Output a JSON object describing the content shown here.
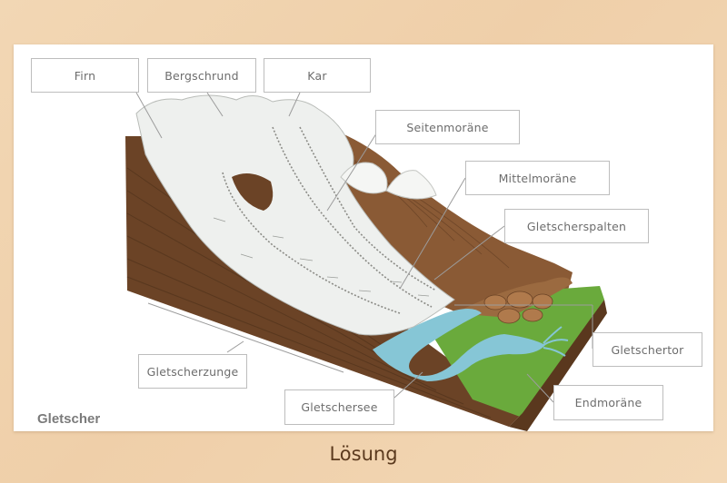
{
  "diagram": {
    "title": "Gletscher",
    "labels": {
      "firn": "Firn",
      "bergschrund": "Bergschrund",
      "kar": "Kar",
      "seitenmoraene": "Seitenmoräne",
      "mittelmoraene": "Mittelmoräne",
      "gletscherspalten": "Gletscherspalten",
      "gletschertor": "Gletschertor",
      "gletscherzunge": "Gletscherzunge",
      "gletschersee": "Gletschersee",
      "endmoraene": "Endmoräne"
    }
  },
  "footer": {
    "text": "Lösung"
  },
  "colors": {
    "ice": "#eef0ee",
    "earth": "#7a5030",
    "water": "#86c6d6",
    "grass": "#6aaa3c"
  }
}
